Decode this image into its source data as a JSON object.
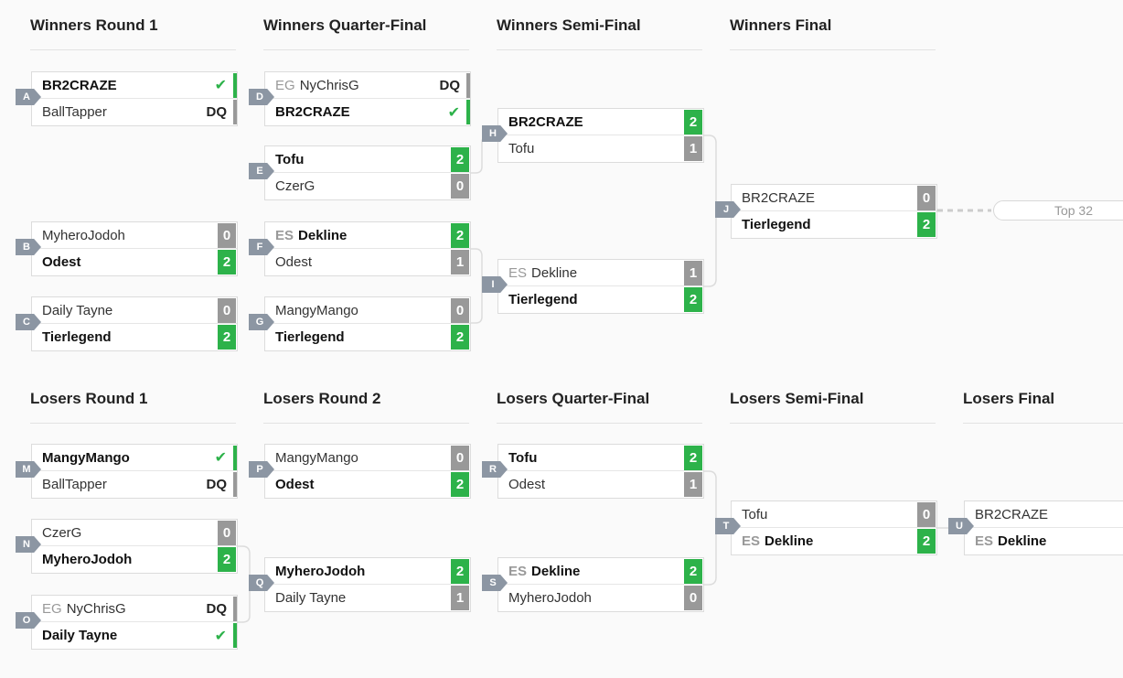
{
  "headers": [
    {
      "text": "Winners Round 1"
    },
    {
      "text": "Winners Quarter-Final"
    },
    {
      "text": "Winners Semi-Final"
    },
    {
      "text": "Winners Final"
    },
    {
      "text": "Losers Round 1"
    },
    {
      "text": "Losers Round 2"
    },
    {
      "text": "Losers Quarter-Final"
    },
    {
      "text": "Losers Semi-Final"
    },
    {
      "text": "Losers Final"
    }
  ],
  "check_glyph": "✔",
  "top_pill": "Top 32",
  "colors": {
    "win": "#2db24a",
    "lose": "#999999",
    "label": "#8c96a3"
  },
  "matches": [
    {
      "id": "A",
      "p": [
        {
          "prefix": "",
          "name": "BR2CRAZE",
          "score": "✔",
          "win": true
        },
        {
          "prefix": "",
          "name": "BallTapper",
          "score": "DQ",
          "win": false
        }
      ]
    },
    {
      "id": "B",
      "p": [
        {
          "prefix": "",
          "name": "MyheroJodoh",
          "score": "0",
          "win": false
        },
        {
          "prefix": "",
          "name": "Odest",
          "score": "2",
          "win": true
        }
      ]
    },
    {
      "id": "C",
      "p": [
        {
          "prefix": "",
          "name": "Daily Tayne",
          "score": "0",
          "win": false
        },
        {
          "prefix": "",
          "name": "Tierlegend",
          "score": "2",
          "win": true
        }
      ]
    },
    {
      "id": "D",
      "p": [
        {
          "prefix": "EG",
          "name": "NyChrisG",
          "score": "DQ",
          "win": false
        },
        {
          "prefix": "",
          "name": "BR2CRAZE",
          "score": "✔",
          "win": true
        }
      ]
    },
    {
      "id": "E",
      "p": [
        {
          "prefix": "",
          "name": "Tofu",
          "score": "2",
          "win": true
        },
        {
          "prefix": "",
          "name": "CzerG",
          "score": "0",
          "win": false
        }
      ]
    },
    {
      "id": "F",
      "p": [
        {
          "prefix": "ES",
          "name": "Dekline",
          "score": "2",
          "win": true
        },
        {
          "prefix": "",
          "name": "Odest",
          "score": "1",
          "win": false
        }
      ]
    },
    {
      "id": "G",
      "p": [
        {
          "prefix": "",
          "name": "MangyMango",
          "score": "0",
          "win": false
        },
        {
          "prefix": "",
          "name": "Tierlegend",
          "score": "2",
          "win": true
        }
      ]
    },
    {
      "id": "H",
      "p": [
        {
          "prefix": "",
          "name": "BR2CRAZE",
          "score": "2",
          "win": true
        },
        {
          "prefix": "",
          "name": "Tofu",
          "score": "1",
          "win": false
        }
      ]
    },
    {
      "id": "I",
      "p": [
        {
          "prefix": "ES",
          "name": "Dekline",
          "score": "1",
          "win": false
        },
        {
          "prefix": "",
          "name": "Tierlegend",
          "score": "2",
          "win": true
        }
      ]
    },
    {
      "id": "J",
      "p": [
        {
          "prefix": "",
          "name": "BR2CRAZE",
          "score": "0",
          "win": false
        },
        {
          "prefix": "",
          "name": "Tierlegend",
          "score": "2",
          "win": true
        }
      ]
    },
    {
      "id": "M",
      "p": [
        {
          "prefix": "",
          "name": "MangyMango",
          "score": "✔",
          "win": true
        },
        {
          "prefix": "",
          "name": "BallTapper",
          "score": "DQ",
          "win": false
        }
      ]
    },
    {
      "id": "N",
      "p": [
        {
          "prefix": "",
          "name": "CzerG",
          "score": "0",
          "win": false
        },
        {
          "prefix": "",
          "name": "MyheroJodoh",
          "score": "2",
          "win": true
        }
      ]
    },
    {
      "id": "O",
      "p": [
        {
          "prefix": "EG",
          "name": "NyChrisG",
          "score": "DQ",
          "win": false
        },
        {
          "prefix": "",
          "name": "Daily Tayne",
          "score": "✔",
          "win": true
        }
      ]
    },
    {
      "id": "P",
      "p": [
        {
          "prefix": "",
          "name": "MangyMango",
          "score": "0",
          "win": false
        },
        {
          "prefix": "",
          "name": "Odest",
          "score": "2",
          "win": true
        }
      ]
    },
    {
      "id": "Q",
      "p": [
        {
          "prefix": "",
          "name": "MyheroJodoh",
          "score": "2",
          "win": true
        },
        {
          "prefix": "",
          "name": "Daily Tayne",
          "score": "1",
          "win": false
        }
      ]
    },
    {
      "id": "R",
      "p": [
        {
          "prefix": "",
          "name": "Tofu",
          "score": "2",
          "win": true
        },
        {
          "prefix": "",
          "name": "Odest",
          "score": "1",
          "win": false
        }
      ]
    },
    {
      "id": "S",
      "p": [
        {
          "prefix": "ES",
          "name": "Dekline",
          "score": "2",
          "win": true
        },
        {
          "prefix": "",
          "name": "MyheroJodoh",
          "score": "0",
          "win": false
        }
      ]
    },
    {
      "id": "T",
      "p": [
        {
          "prefix": "",
          "name": "Tofu",
          "score": "0",
          "win": false
        },
        {
          "prefix": "ES",
          "name": "Dekline",
          "score": "2",
          "win": true
        }
      ]
    },
    {
      "id": "U",
      "p": [
        {
          "prefix": "",
          "name": "BR2CRAZE",
          "score": "",
          "win": false
        },
        {
          "prefix": "ES",
          "name": "Dekline",
          "score": "",
          "win": true
        }
      ]
    }
  ]
}
